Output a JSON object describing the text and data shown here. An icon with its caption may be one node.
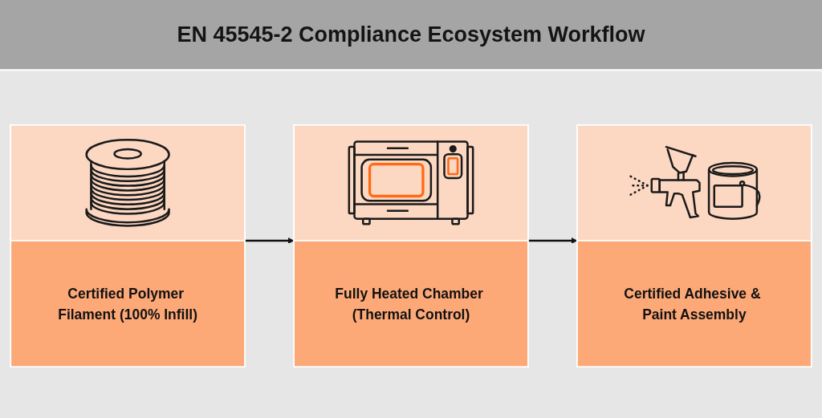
{
  "diagram": {
    "title": "EN 45545-2 Compliance Ecosystem Workflow",
    "nodes": [
      {
        "text": [
          "Certified Polymer Filament (100% Infill)"
        ]
      },
      {
        "text": [
          "Fully Heated Chamber (Thermal Control)"
        ]
      },
      {
        "text": [
          "Certified Adhesive & Paint Assembly"
        ]
      }
    ],
    "edges": [
      {
        "from": 0,
        "to": 1,
        "arrow": "to"
      },
      {
        "from": 1,
        "to": 2,
        "arrow": "to"
      }
    ]
  }
}
